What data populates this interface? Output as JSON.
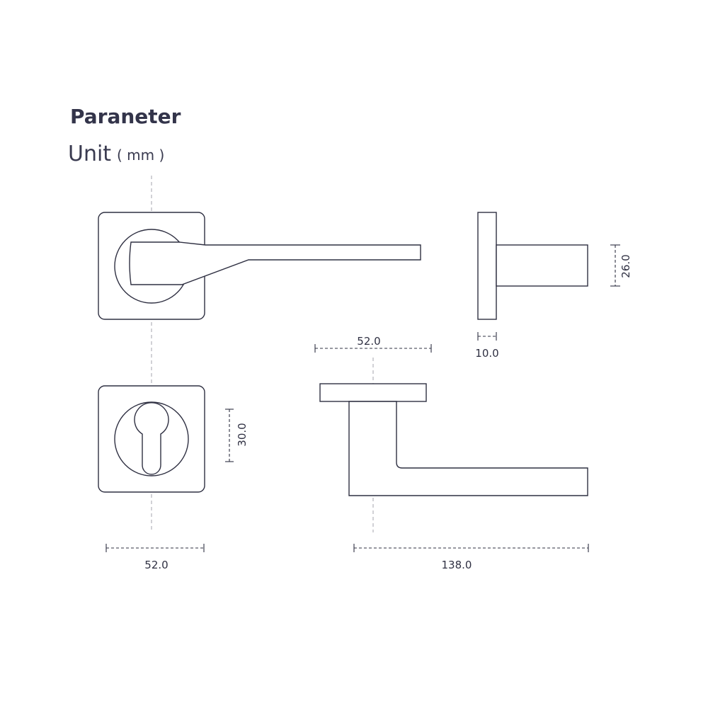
{
  "title": "Paraneter",
  "unit": {
    "label": "Unit",
    "value": "( mm )"
  },
  "dimensions": {
    "rose_width": "52.0",
    "cylinder_height": "30.0",
    "lever_length": "138.0",
    "top_rose_width": "52.0",
    "rose_thickness": "10.0",
    "lever_height": "26.0"
  }
}
